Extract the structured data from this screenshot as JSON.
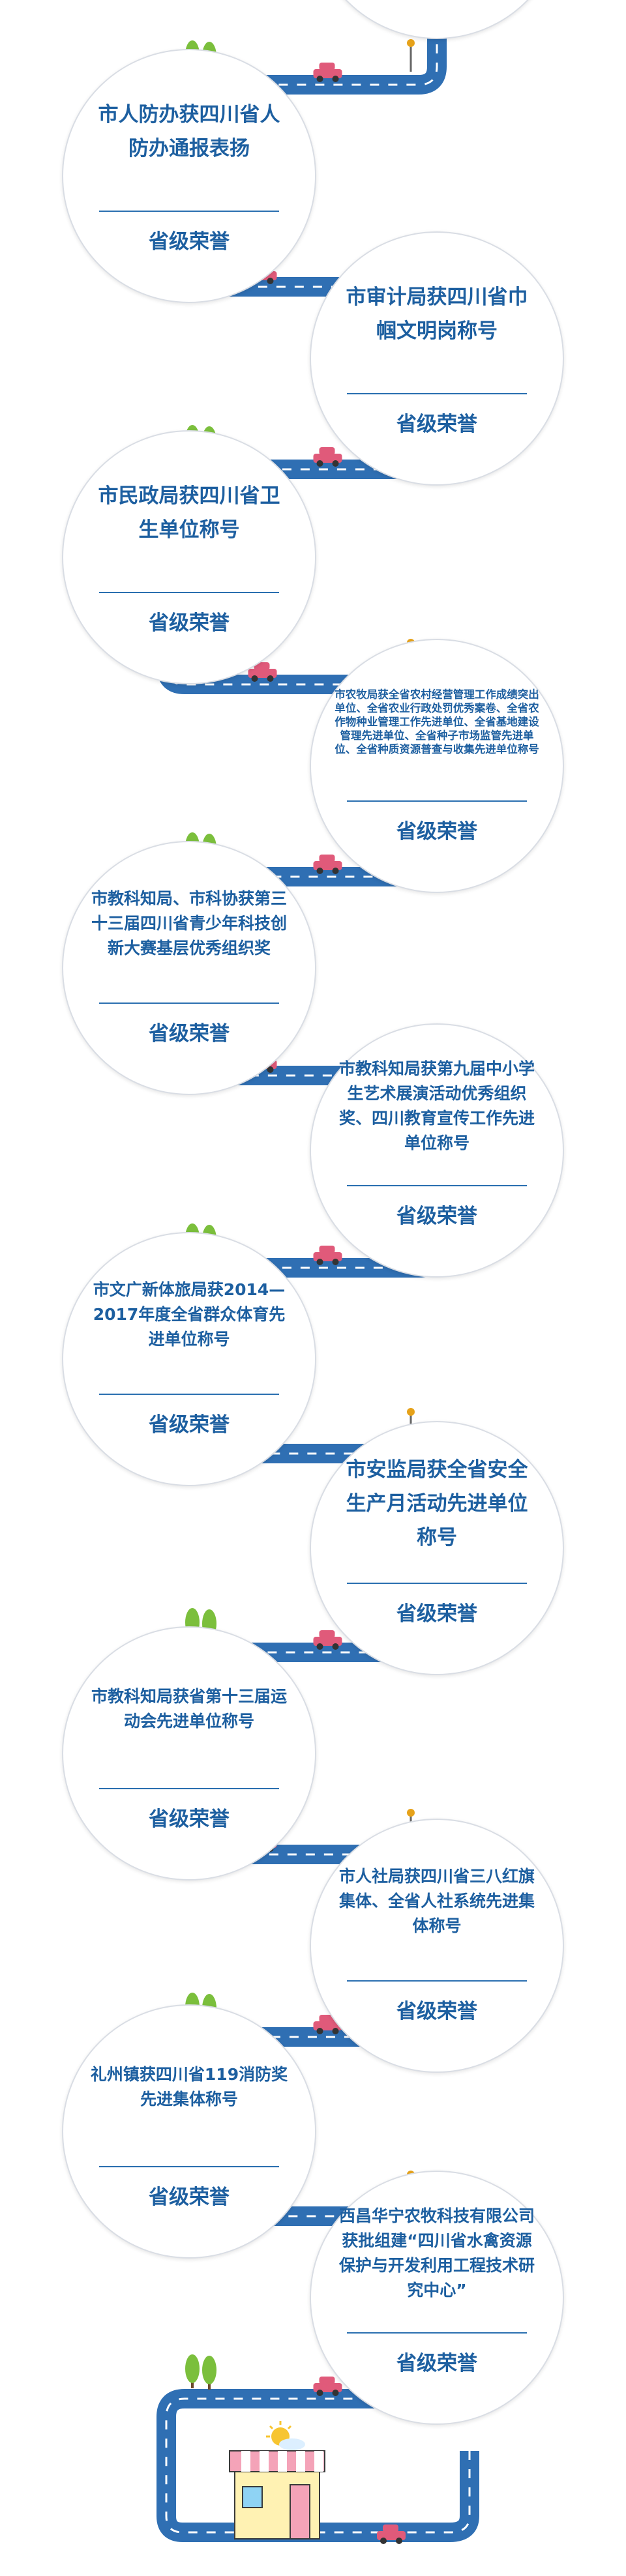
{
  "colors": {
    "road": "#2f6fb3",
    "road_line": "#ffffff",
    "circle_border": "#d9dde4",
    "text": "#1d5fa0",
    "car": "#e05a7a",
    "tree": "#7bbf3c",
    "lamp": "#e6a21a"
  },
  "items": [
    {
      "title": "",
      "honor": "省级荣誉",
      "side": "right"
    },
    {
      "title": "市人防办获四川省人防办通报表扬",
      "honor": "省级荣誉",
      "side": "left"
    },
    {
      "title": "市审计局获四川省巾帼文明岗称号",
      "honor": "省级荣誉",
      "side": "right"
    },
    {
      "title": "市民政局获四川省卫生单位称号",
      "honor": "省级荣誉",
      "side": "left"
    },
    {
      "title": "市农牧局获全省农村经营管理工作成绩突出单位、全省农业行政处罚优秀案卷、全省农作物种业管理工作先进单位、全省基地建设管理先进单位、全省种子市场监管先进单位、全省种质资源普查与收集先进单位称号",
      "honor": "省级荣誉",
      "side": "right"
    },
    {
      "title": "市教科知局、市科协获第三十三届四川省青少年科技创新大赛基层优秀组织奖",
      "honor": "省级荣誉",
      "side": "left"
    },
    {
      "title": "市教科知局获第九届中小学生艺术展演活动优秀组织奖、四川教育宣传工作先进单位称号",
      "honor": "省级荣誉",
      "side": "right"
    },
    {
      "title": "市文广新体旅局获2014—2017年度全省群众体育先进单位称号",
      "honor": "省级荣誉",
      "side": "left"
    },
    {
      "title": "市安监局获全省安全生产月活动先进单位称号",
      "honor": "省级荣誉",
      "side": "right"
    },
    {
      "title": "市教科知局获省第十三届运动会先进单位称号",
      "honor": "省级荣誉",
      "side": "left"
    },
    {
      "title": "市人社局获四川省三八红旗集体、全省人社系统先进集体称号",
      "honor": "省级荣誉",
      "side": "right"
    },
    {
      "title": "礼州镇获四川省119消防奖先进集体称号",
      "honor": "省级荣誉",
      "side": "left"
    },
    {
      "title": "西昌华宁农牧科技有限公司获批组建“四川省水禽资源保护与开发利用工程技术研究中心”",
      "honor": "省级荣誉",
      "side": "right"
    }
  ]
}
